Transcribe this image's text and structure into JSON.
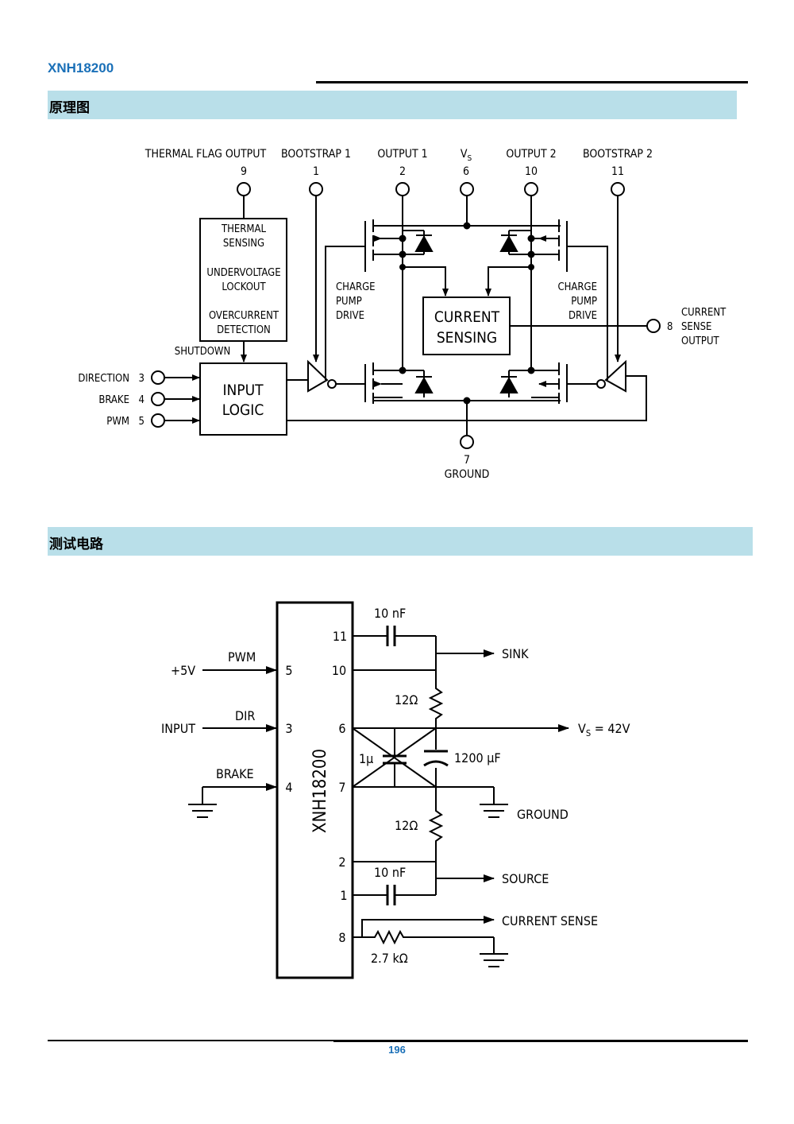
{
  "header": {
    "title": "XNH18200"
  },
  "sections": [
    {
      "heading": "原理图"
    },
    {
      "heading": "测试电路"
    }
  ],
  "block_diagram": {
    "top_pins": [
      {
        "label": "THERMAL  FLAG  OUTPUT",
        "num": "9"
      },
      {
        "label": "BOOTSTRAP  1",
        "num": "1"
      },
      {
        "label": "OUTPUT  1",
        "num": "2"
      },
      {
        "label": "VS",
        "num": "6"
      },
      {
        "label": "OUTPUT  2",
        "num": "10"
      },
      {
        "label": "BOOTSTRAP  2",
        "num": "11"
      }
    ],
    "protection_block": [
      "THERMAL",
      "SENSING",
      "UNDERVOLTAGE",
      "LOCKOUT",
      "OVERCURRENT",
      "DETECTION"
    ],
    "shutdown": "SHUTDOWN",
    "input_logic": [
      "INPUT",
      "LOGIC"
    ],
    "inputs": [
      {
        "label": "DIRECTION",
        "num": "3"
      },
      {
        "label": "BRAKE",
        "num": "4"
      },
      {
        "label": "PWM",
        "num": "5"
      }
    ],
    "charge_pump_left": [
      "CHARGE",
      "PUMP",
      "DRIVE"
    ],
    "charge_pump_right": [
      "CHARGE",
      "PUMP",
      "DRIVE"
    ],
    "current_sensing": [
      "CURRENT",
      "SENSING"
    ],
    "sense_output": {
      "num": "8",
      "label": [
        "CURRENT",
        "SENSE",
        "OUTPUT"
      ]
    },
    "ground": {
      "num": "7",
      "label": "GROUND"
    }
  },
  "test_circuit": {
    "chip": "XNH18200",
    "left_pins": [
      {
        "num": "5",
        "name": "PWM",
        "source": "+5V"
      },
      {
        "num": "3",
        "name": "DIR",
        "source": "INPUT"
      },
      {
        "num": "4",
        "name": "BRAKE",
        "source": ""
      }
    ],
    "right_pins": [
      "11",
      "10",
      "6",
      "7",
      "2",
      "1",
      "8"
    ],
    "components": {
      "cap_top": "10 nF",
      "res_top": "12Ω",
      "cap_small": "1μ",
      "cap_big": "1200 μF",
      "res_bottom": "12Ω",
      "cap_bottom": "10 nF",
      "res_sense": "2.7 kΩ"
    },
    "outputs": {
      "sink": "SINK",
      "vs": "VS = 42V",
      "ground": "GROUND",
      "source": "SOURCE",
      "current_sense": "CURRENT SENSE"
    }
  },
  "footer": {
    "page": "196"
  }
}
